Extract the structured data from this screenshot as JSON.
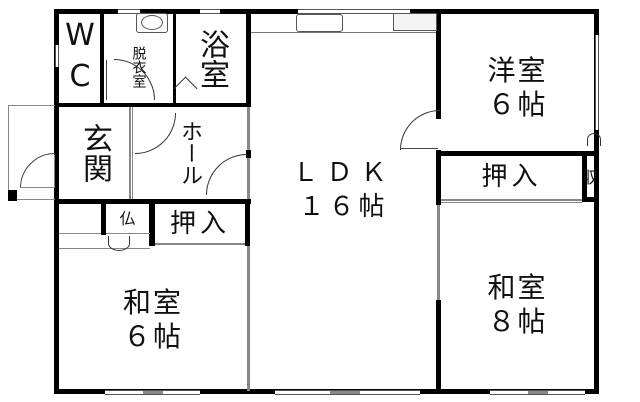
{
  "plan": {
    "rooms": {
      "wc": {
        "label": "WC"
      },
      "dressing": {
        "label": "脱衣室"
      },
      "bath": {
        "label": "浴室"
      },
      "entrance": {
        "label": "玄関"
      },
      "hall": {
        "label": "ホール"
      },
      "ldk": {
        "label": "ＬＤＫ",
        "size": "１６帖"
      },
      "western": {
        "label": "洋室",
        "size": "６帖"
      },
      "closet_right": {
        "label": "押入"
      },
      "storage": {
        "label": "収"
      },
      "japanese8": {
        "label": "和室",
        "size": "８帖"
      },
      "altar": {
        "label": "仏"
      },
      "closet_left": {
        "label": "押入"
      },
      "japanese6": {
        "label": "和室",
        "size": "６帖"
      }
    },
    "colors": {
      "wall": "#000000",
      "background": "#ffffff",
      "window": "#888888"
    }
  }
}
